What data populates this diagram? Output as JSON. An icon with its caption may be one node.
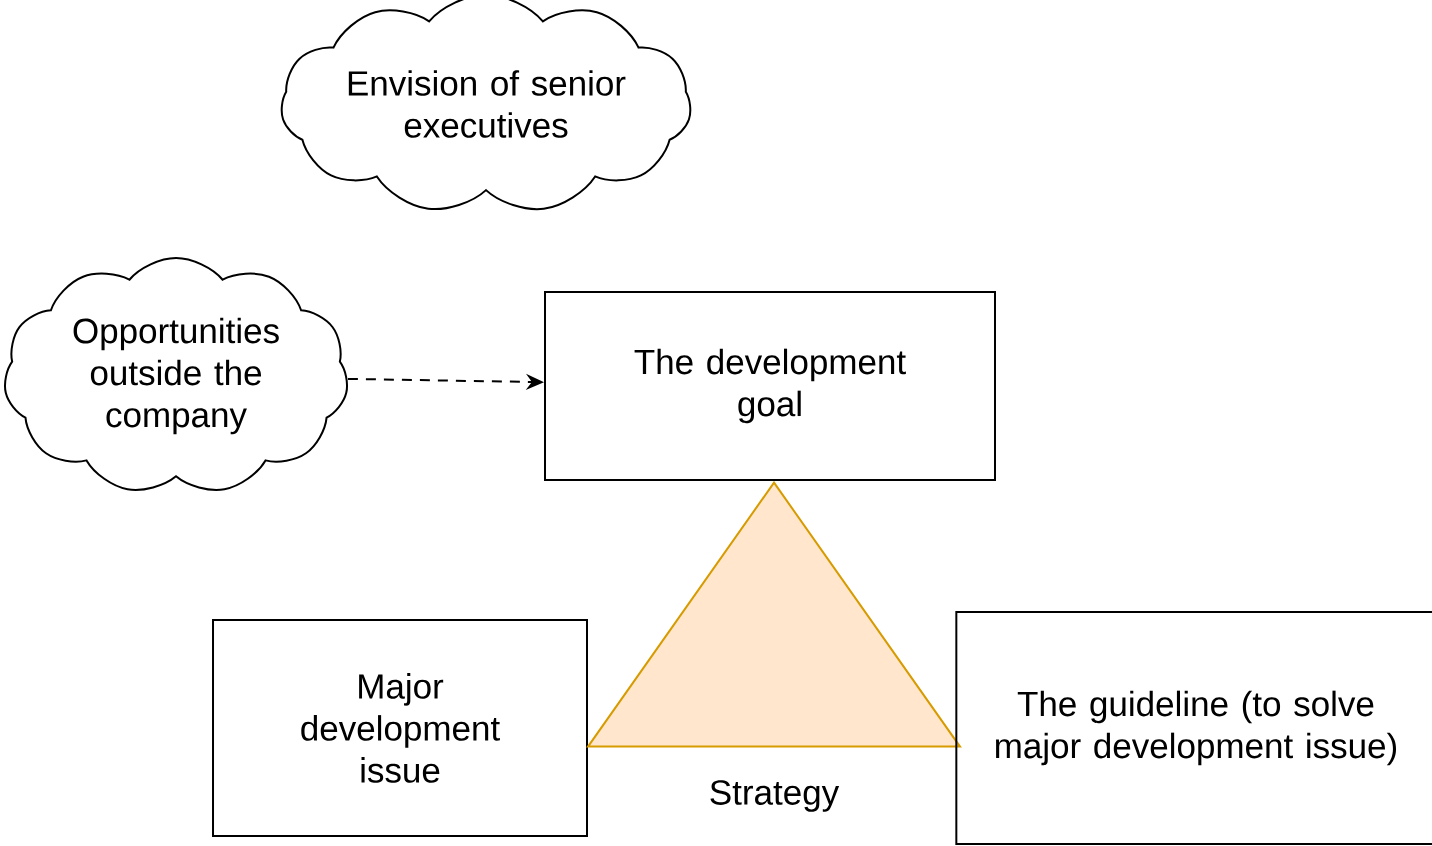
{
  "diagram": {
    "nodes": [
      {
        "text": [
          "Envision of senior executives"
        ]
      },
      {
        "text": [
          "Opportunities outside the company"
        ]
      },
      {
        "text": [
          "The development goal"
        ]
      },
      {
        "text": [
          "Major development issue"
        ]
      },
      {
        "text": [],
        "shape": "triangle",
        "beside": [
          "Strategy"
        ]
      },
      {
        "text": [
          "The guideline (to solve major development issue)"
        ]
      }
    ],
    "edges": [
      {
        "from": 1,
        "to": 2,
        "arrow": "to",
        "style": "dashed"
      }
    ]
  }
}
